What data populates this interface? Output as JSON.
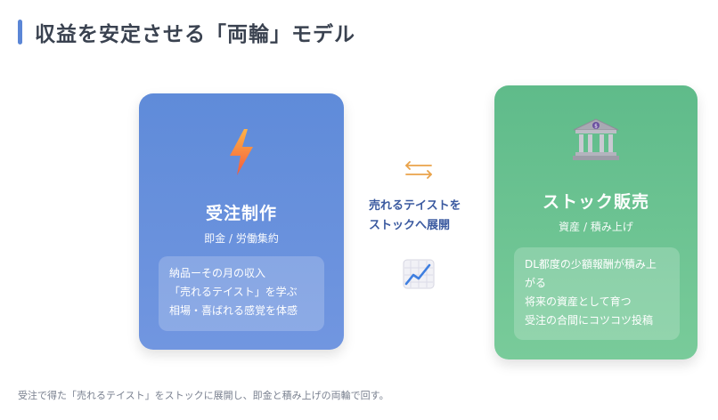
{
  "title": "収益を安定させる「両輪」モデル",
  "left_card": {
    "title": "受注制作",
    "subtitle": "即金 / 労働集約",
    "icon": "lightning-icon",
    "lines": [
      "納品ーその月の収入",
      "「売れるテイスト」を学ぶ",
      "相場・喜ばれる感覚を体感"
    ]
  },
  "middle": {
    "arrows_icon": "exchange-arrows-icon",
    "lines": [
      "売れるテイストを",
      "ストックへ展開"
    ],
    "chart_icon": "chart-increasing-icon"
  },
  "right_card": {
    "title": "ストック販売",
    "subtitle": "資産 / 積み上げ",
    "icon": "bank-icon",
    "lines": [
      "DL都度の少額報酬が積み上",
      "がる",
      "将来の資産として育つ",
      "受注の合間にコツコツ投稿"
    ]
  },
  "footer": "受注で得た「売れるテイスト」をストックに展開し、即金と積み上げの両輪で回す。",
  "colors": {
    "accent": "#5b86d6",
    "left_card": "#6a91dc",
    "right_card": "#6cc391",
    "middle_text": "#3b5aa0",
    "arrows": "#e9a24a"
  }
}
